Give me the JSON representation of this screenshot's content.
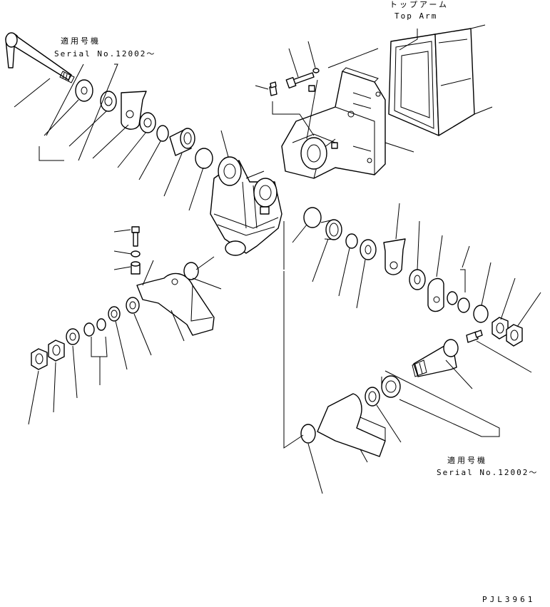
{
  "labels": {
    "top_arm_jp": "トップアーム",
    "top_arm_en": "Top Arm",
    "serial_jp_left": "適用号機",
    "serial_en_left": "Serial No.12002～",
    "serial_jp_right": "適用号機",
    "serial_en_right": "Serial No.12002～",
    "drawing_code": "PJL3961"
  },
  "colors": {
    "ink": "#000000",
    "paper": "#ffffff"
  }
}
